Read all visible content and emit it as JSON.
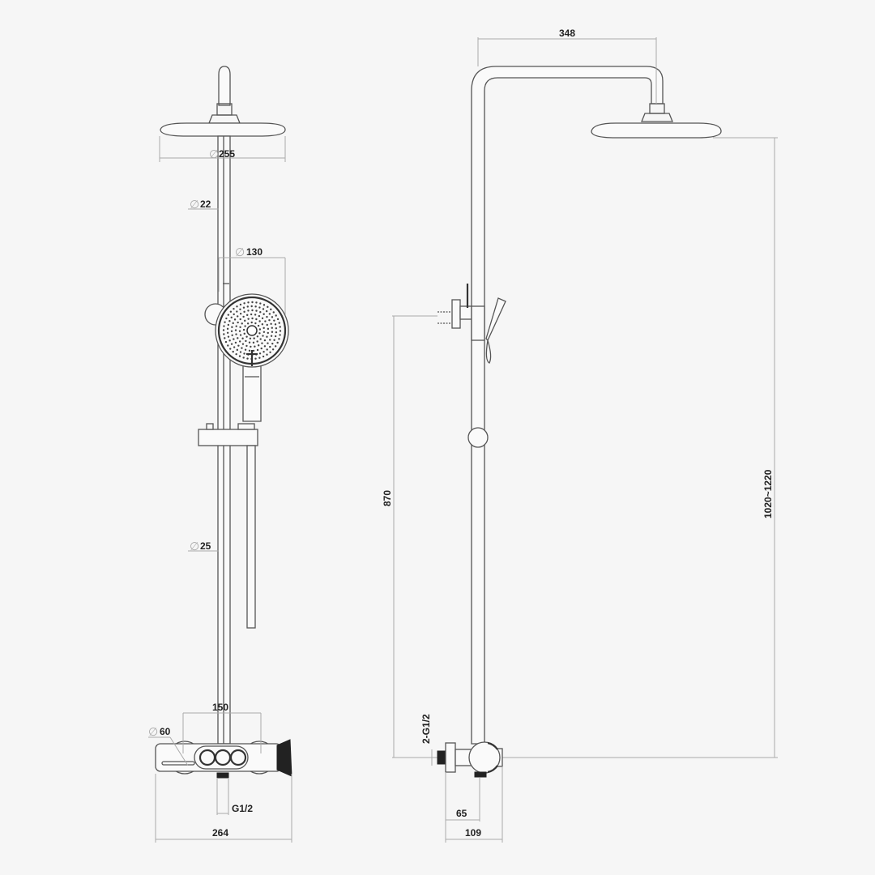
{
  "front_view": {
    "head_diameter": "255",
    "arm_diameter": "22",
    "hand_shower_diameter": "130",
    "pole_diameter": "25",
    "mixer_center_distance": "150",
    "mixer_diameter": "60",
    "inlet_thread": "G1/2",
    "overall_width": "264",
    "diameter_symbol": "∅"
  },
  "side_view": {
    "arm_projection": "348",
    "height_range": "1020~1220",
    "bracket_height": "870",
    "inlet_thread": "2-G1/2",
    "wall_to_outlet": "65",
    "overall_depth": "109"
  }
}
